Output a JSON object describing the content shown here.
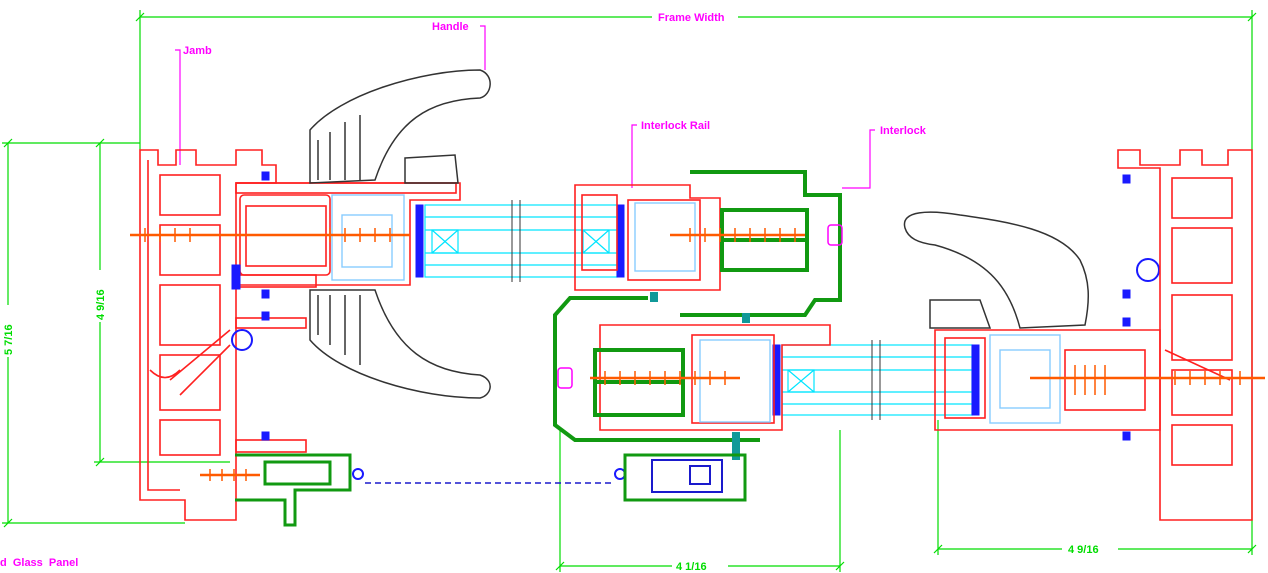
{
  "colors": {
    "dimension": "#00dd00",
    "label": "#ff00ff",
    "frame": "#ff2020",
    "screw": "#ff5a00",
    "glass": "#00e5ff",
    "glazing_bead": "#88ccff",
    "interlock": "#119911",
    "handle": "#333333",
    "seal": "#1a1aff",
    "screen_line": "#1a1acc"
  },
  "labels": {
    "frame_width": "Frame Width",
    "handle": "Handle",
    "jamb": "Jamb",
    "interlock_rail": "Interlock Rail",
    "interlock": "Interlock",
    "fixed_glass_panel": "d  Glass  Panel"
  },
  "dimensions": {
    "overall_height": "5 7/16",
    "frame_height": "4 9/16",
    "interlock_width": "4 1/16",
    "jamb_depth": "4 9/16"
  },
  "icons": {
    "handle_left": "handle-icon",
    "handle_right": "handle-icon",
    "screw": "screw-icon"
  }
}
